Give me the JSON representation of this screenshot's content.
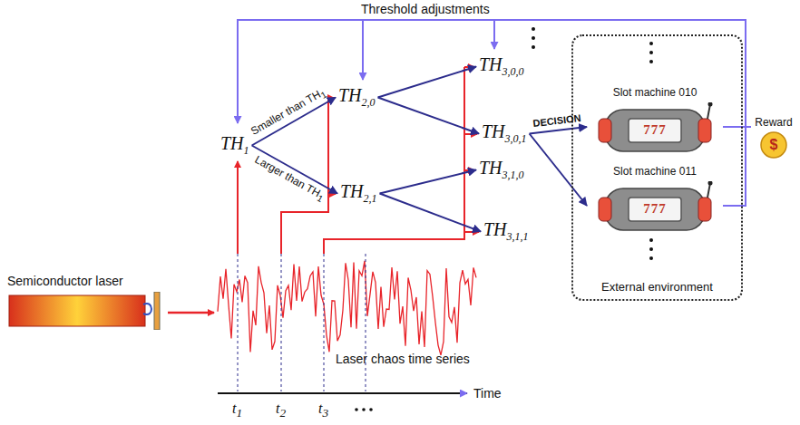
{
  "diagram": {
    "nodes": [
      {
        "text": [
          "TH1"
        ]
      },
      {
        "text": [
          "TH2,0"
        ]
      },
      {
        "text": [
          "TH2,1"
        ]
      },
      {
        "text": [
          "TH3,0,0"
        ]
      },
      {
        "text": [
          "TH3,0,1"
        ]
      },
      {
        "text": [
          "TH3,1,0"
        ]
      },
      {
        "text": [
          "TH3,1,1"
        ]
      },
      {
        "text": [
          "External environment"
        ]
      },
      {
        "text": [
          "Slot machine 010"
        ],
        "in": 7
      },
      {
        "text": [
          "Slot machine 011"
        ],
        "in": 7
      },
      {
        "text": [
          "Semiconductor laser"
        ]
      },
      {
        "text": [
          "Reward",
          "$"
        ]
      }
    ],
    "edges": [
      {
        "from": 0,
        "to": 1,
        "label": "Smaller than TH1",
        "arrow": "to"
      },
      {
        "from": 0,
        "to": 2,
        "label": "Larger than TH1",
        "arrow": "to"
      },
      {
        "from": 1,
        "to": 3,
        "arrow": "to"
      },
      {
        "from": 1,
        "to": 4,
        "arrow": "to"
      },
      {
        "from": 2,
        "to": 5,
        "arrow": "to"
      },
      {
        "from": 2,
        "to": 6,
        "arrow": "to"
      },
      {
        "from": 4,
        "to": 8,
        "label": "DECISION",
        "arrow": "to"
      },
      {
        "from": 4,
        "to": 9,
        "arrow": "to"
      },
      {
        "from": 8,
        "to": 11,
        "arrow": "none"
      },
      {
        "from": 9,
        "to": 11,
        "arrow": "none"
      }
    ],
    "labels": [
      "Threshold adjustments",
      "Laser chaos time series",
      "Time",
      "t1",
      "t2",
      "t3",
      "777",
      "777"
    ]
  }
}
